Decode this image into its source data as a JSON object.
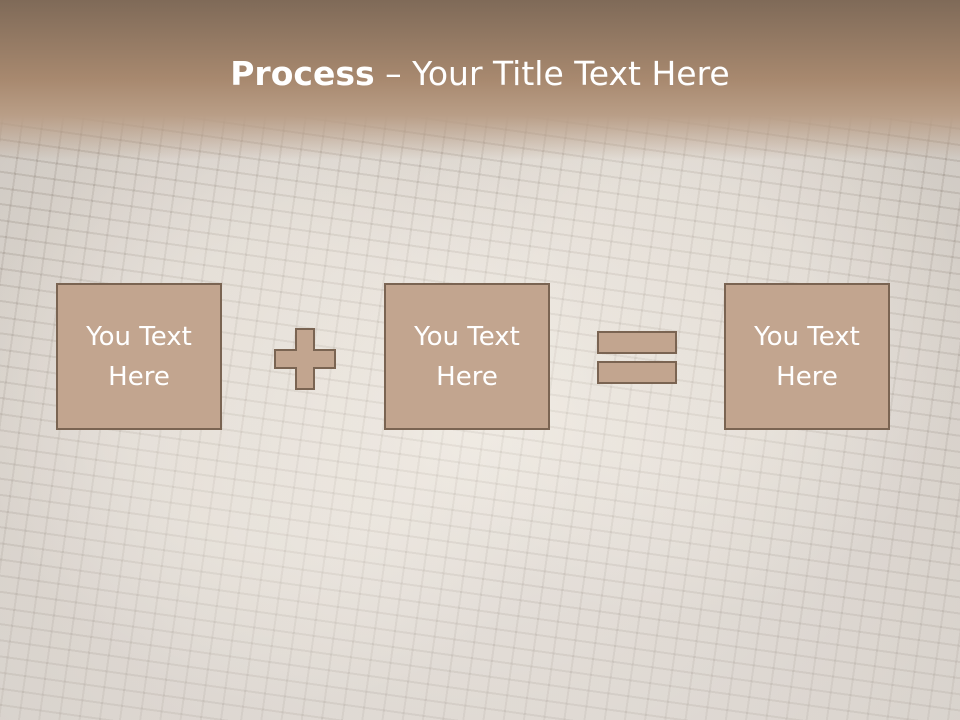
{
  "slide": {
    "title_bold": "Process",
    "title_dash": " – ",
    "title_rest": "Your Title Text Here",
    "boxes": [
      {
        "line1": "You Text",
        "line2": "Here"
      },
      {
        "line1": "You Text",
        "line2": "Here"
      },
      {
        "line1": "You Text",
        "line2": "Here"
      }
    ],
    "operators": [
      "plus-icon",
      "equals-icon"
    ]
  },
  "colors": {
    "box_fill": "#c2a58f",
    "box_border": "#7a6452",
    "header": "#a8896f",
    "text": "#ffffff"
  }
}
